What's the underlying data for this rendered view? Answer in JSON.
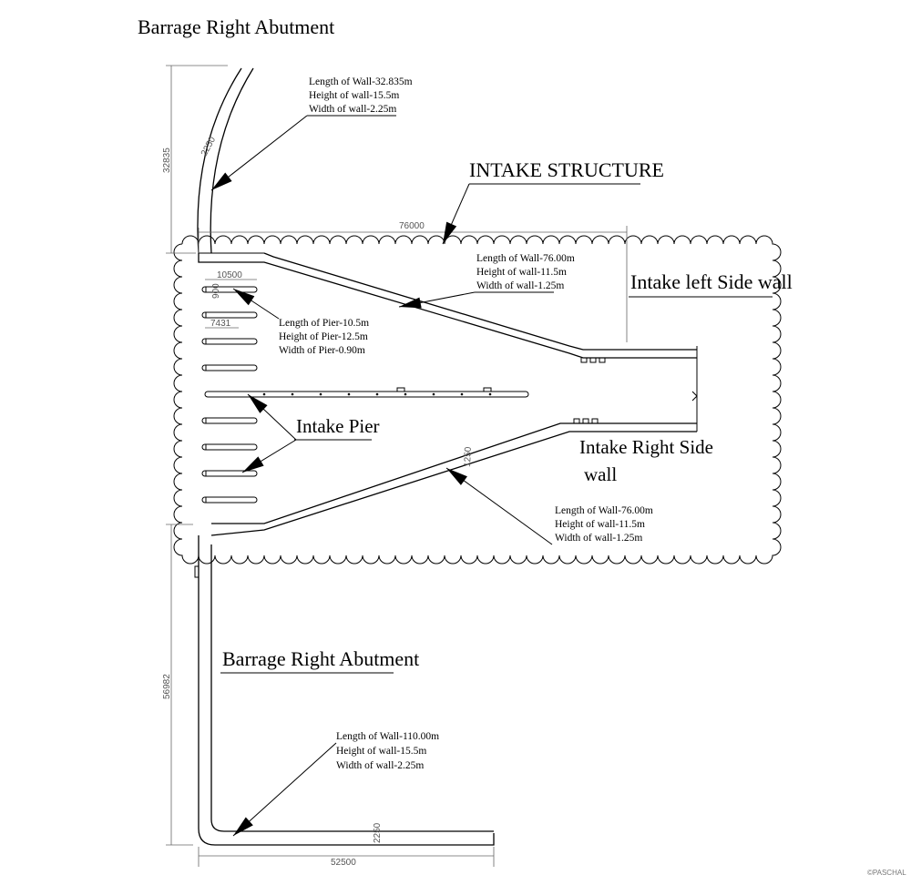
{
  "labels": {
    "top_abutment": "Barrage Right Abutment",
    "intake_structure": "INTAKE STRUCTURE",
    "left_side_wall": "Intake left Side wall",
    "intake_pier": "Intake Pier",
    "right_side_wall_1": "Intake Right Side",
    "right_side_wall_2": "wall",
    "bottom_abutment": "Barrage Right Abutment"
  },
  "notes": {
    "top_wall": [
      "Length of Wall-32.835m",
      "Height of wall-15.5m",
      "Width  of wall-2.25m"
    ],
    "left_wall": [
      "Length of Wall-76.00m",
      "Height of wall-11.5m",
      "Width  of wall-1.25m"
    ],
    "pier": [
      "Length of Pier-10.5m",
      "Height of Pier-12.5m",
      "Width  of Pier-0.90m"
    ],
    "right_wall": [
      "Length of Wall-76.00m",
      "Height of wall-11.5m",
      "Width  of wall-1.25m"
    ],
    "bottom_wall": [
      "Length of Wall-110.00m",
      "Height of wall-15.5m",
      "Width  of wall-2.25m"
    ]
  },
  "dimensions": {
    "top_height": "32835",
    "top_thickness": "2250",
    "intake_length": "76000",
    "pier_length": "10500",
    "pier_width": "900",
    "pier_spacing": "7431",
    "right_wall_thickness": "1250",
    "bottom_height": "56982",
    "bottom_thickness": "2250",
    "bottom_length": "52500"
  },
  "watermark": "©PASCHAL"
}
